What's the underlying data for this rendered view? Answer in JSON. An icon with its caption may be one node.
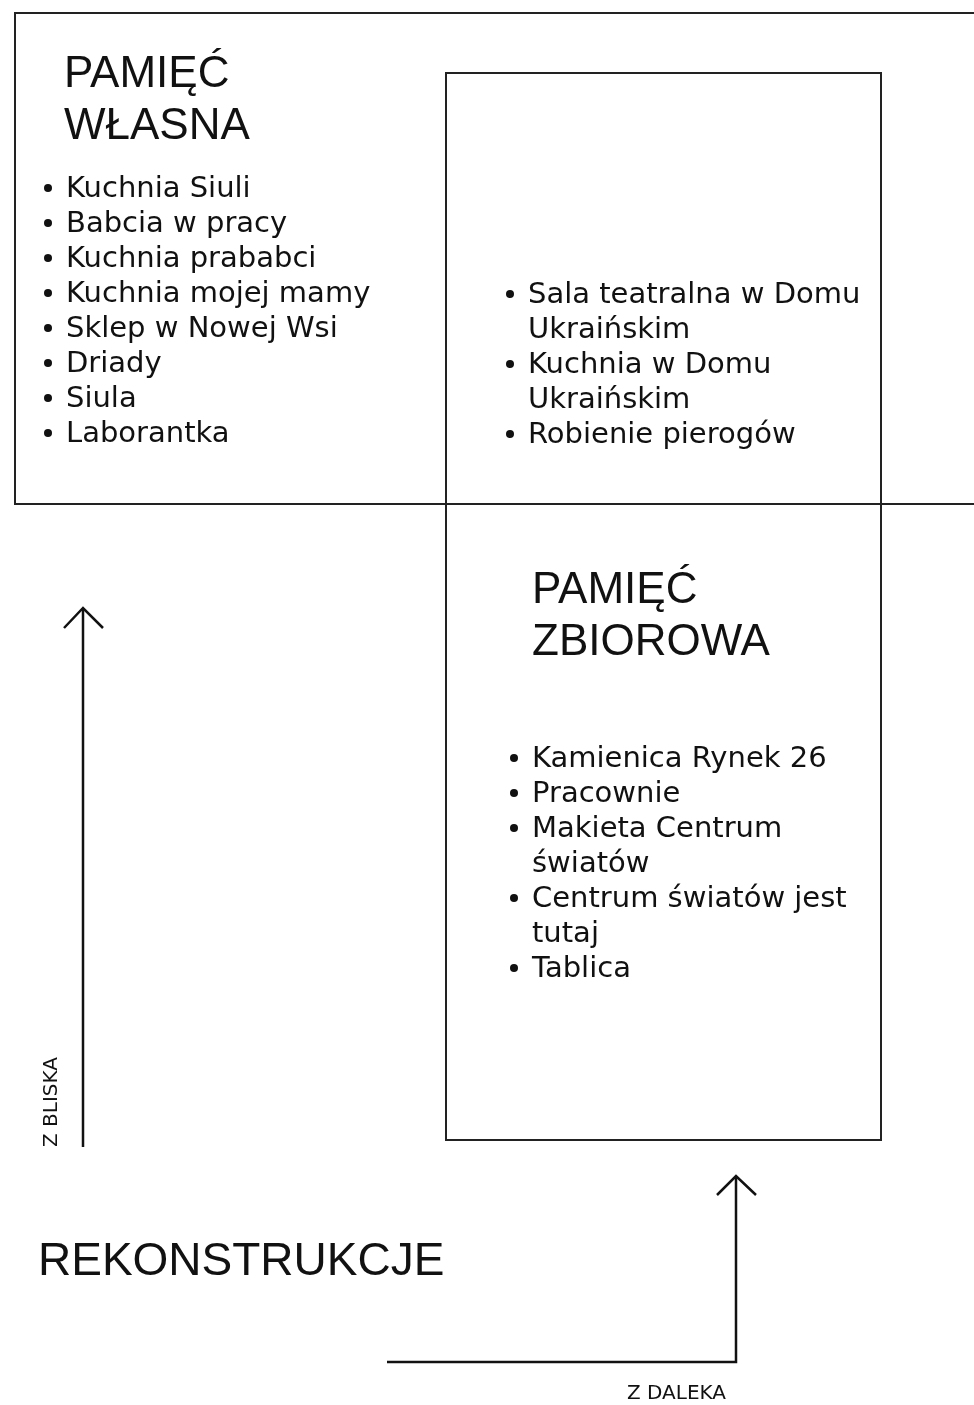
{
  "diagram": {
    "nodes": [
      {
        "text": [
          "PAMIĘĆ WŁASNA",
          "Kuchnia Siuli",
          "Babcia w pracy",
          "Kuchnia prababci",
          "Kuchnia mojej mamy",
          "Sklep w Nowej Wsi",
          "Driady",
          "Siula",
          "Laborantka"
        ]
      },
      {
        "text": [
          "PAMIĘĆ ZBIOROWA",
          "Kamienica Rynek 26",
          "Pracownie",
          "Makieta Centrum światów",
          "Centrum światów jest tutaj",
          "Tablica"
        ]
      }
    ],
    "edges": [],
    "labels": [
      "Sala teatralna w Domu Ukraińskim",
      "Kuchnia w Domu Ukraińskim",
      "Robienie pierogów",
      "Z BLISKA",
      "REKONSTRUKCJE",
      "Z DALEKA"
    ]
  }
}
